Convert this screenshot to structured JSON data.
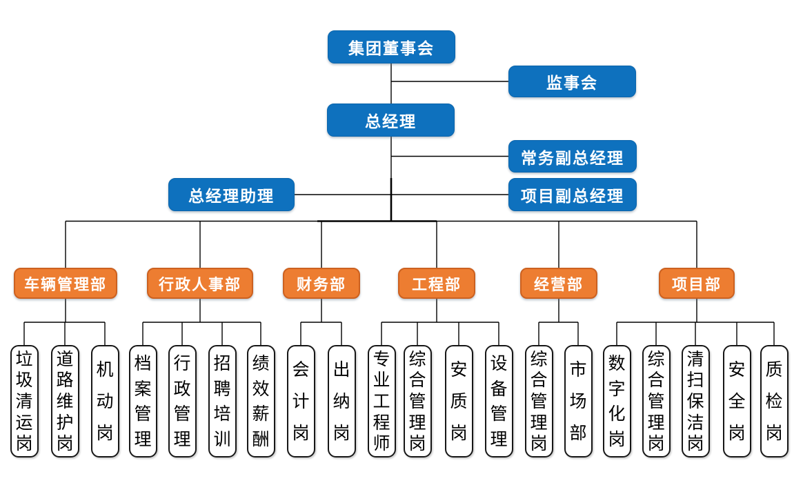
{
  "colors": {
    "executive_box": "#0E71BE",
    "department_box": "#ED7D31",
    "department_border": "#CC6120",
    "post_box_background": "#FFFFFF",
    "post_box_border": "#161616",
    "connector_line": "#000000",
    "executive_text": "#FFFFFF",
    "post_text": "#000000"
  },
  "executives": [
    {
      "id": "board-of-directors",
      "label": "集团董事会"
    },
    {
      "id": "supervisory-board",
      "label": "监事会"
    },
    {
      "id": "general-manager",
      "label": "总经理"
    },
    {
      "id": "executive-deputy-general-manager",
      "label": "常务副总经理"
    },
    {
      "id": "general-manager-assistant",
      "label": "总经理助理"
    },
    {
      "id": "project-deputy-general-manager",
      "label": "项目副总经理"
    }
  ],
  "departments": [
    {
      "id": "vehicle-management",
      "label": "车辆管理部",
      "posts": [
        "垃圾清运岗",
        "道路维护岗",
        "机动岗"
      ]
    },
    {
      "id": "admin-hr",
      "label": "行政人事部",
      "posts": [
        "档案管理",
        "行政管理",
        "招聘培训",
        "绩效薪酬"
      ]
    },
    {
      "id": "finance",
      "label": "财务部",
      "posts": [
        "会计岗",
        "出纳岗"
      ]
    },
    {
      "id": "engineering",
      "label": "工程部",
      "posts": [
        "专业工程师",
        "综合管理岗",
        "安质岗",
        "设备管理"
      ]
    },
    {
      "id": "business",
      "label": "经营部",
      "posts": [
        "综合管理岗",
        "市场部"
      ]
    },
    {
      "id": "project",
      "label": "项目部",
      "posts": [
        "数字化岗",
        "综合管理岗",
        "清扫保洁岗",
        "安全岗",
        "质检岗"
      ]
    }
  ]
}
